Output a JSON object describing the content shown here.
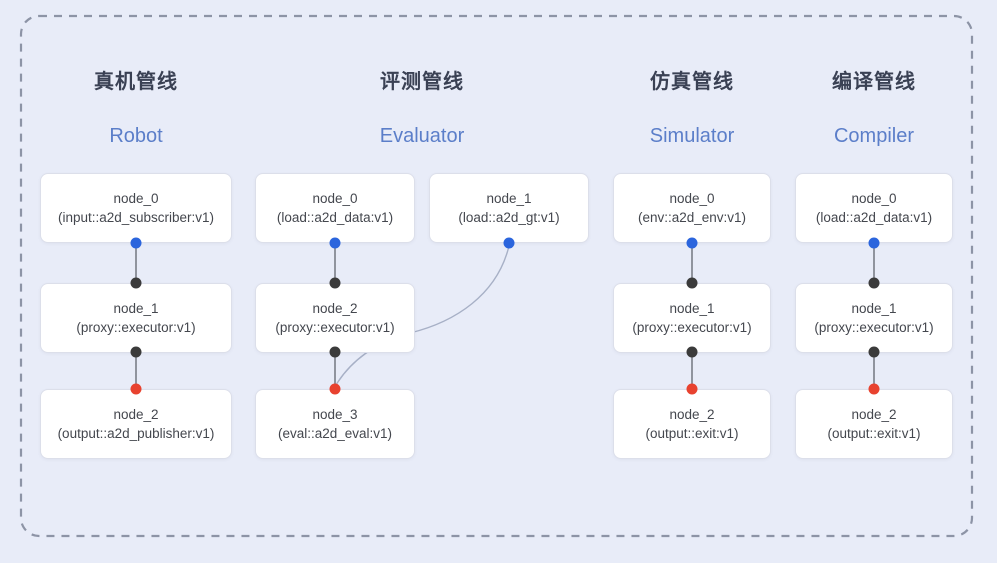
{
  "colors": {
    "background": "#e8ecf8",
    "dashed_border": "#8d94a6",
    "pipeline_title_zh": "#3a4154",
    "pipeline_title_en": "#5b7ec9",
    "node_background": "#ffffff",
    "node_border": "#dcdfea",
    "node_text": "#44474e",
    "edge_line": "#6b6f78",
    "edge_curve": "#a7b0c6",
    "port_blue": "#2b65dd",
    "port_black": "#3b3b3b",
    "port_red": "#e8422f"
  },
  "pipelines": [
    {
      "title_zh": "真机管线",
      "title_en": "Robot",
      "nodes": [
        {
          "name": "node_0",
          "spec": "(input::a2d_subscriber:v1)"
        },
        {
          "name": "node_1",
          "spec": "(proxy::executor:v1)"
        },
        {
          "name": "node_2",
          "spec": "(output::a2d_publisher:v1)"
        }
      ]
    },
    {
      "title_zh": "评测管线",
      "title_en": "Evaluator",
      "nodes": [
        {
          "name": "node_0",
          "spec": "(load::a2d_data:v1)"
        },
        {
          "name": "node_1",
          "spec": "(load::a2d_gt:v1)"
        },
        {
          "name": "node_2",
          "spec": "(proxy::executor:v1)"
        },
        {
          "name": "node_3",
          "spec": "(eval::a2d_eval:v1)"
        }
      ]
    },
    {
      "title_zh": "仿真管线",
      "title_en": "Simulator",
      "nodes": [
        {
          "name": "node_0",
          "spec": "(env::a2d_env:v1)"
        },
        {
          "name": "node_1",
          "spec": "(proxy::executor:v1)"
        },
        {
          "name": "node_2",
          "spec": "(output::exit:v1)"
        }
      ]
    },
    {
      "title_zh": "编译管线",
      "title_en": "Compiler",
      "nodes": [
        {
          "name": "node_0",
          "spec": "(load::a2d_data:v1)"
        },
        {
          "name": "node_1",
          "spec": "(proxy::executor:v1)"
        },
        {
          "name": "node_2",
          "spec": "(output::exit:v1)"
        }
      ]
    }
  ]
}
